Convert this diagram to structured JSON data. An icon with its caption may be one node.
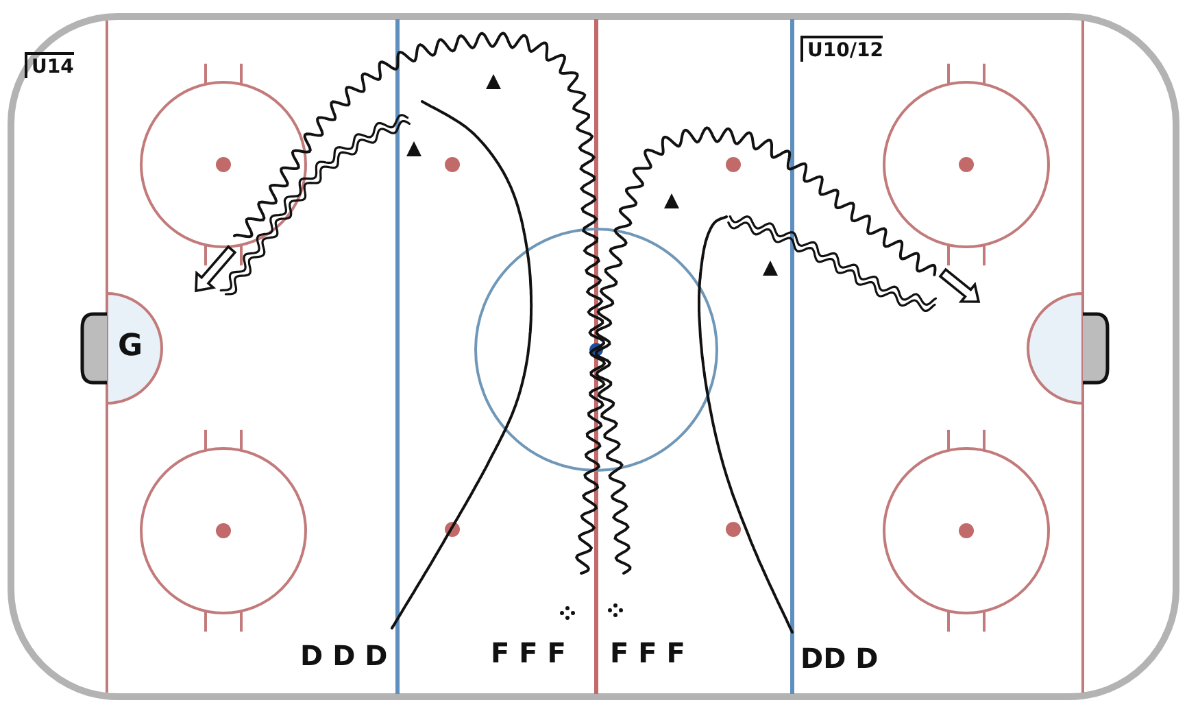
{
  "diagram": {
    "labels": [
      "U14",
      "U10/12",
      "G",
      "D D D",
      "F F F",
      "F F F",
      "DD D"
    ]
  }
}
